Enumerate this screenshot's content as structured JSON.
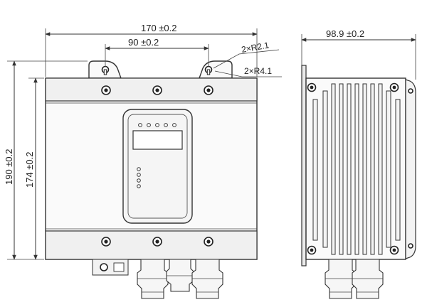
{
  "dimensions": {
    "front_width": "170 ±0.2",
    "mount_spacing": "90 ±0.2",
    "total_height": "190 ±0.2",
    "body_height": "174 ±0.2",
    "side_depth": "98.9 ±0.2"
  },
  "callouts": {
    "slot_radius_small": "2×R2.1",
    "slot_radius_large": "2×R4.1"
  },
  "display_panel": {
    "led_count": 5,
    "status_led_count": 4
  }
}
